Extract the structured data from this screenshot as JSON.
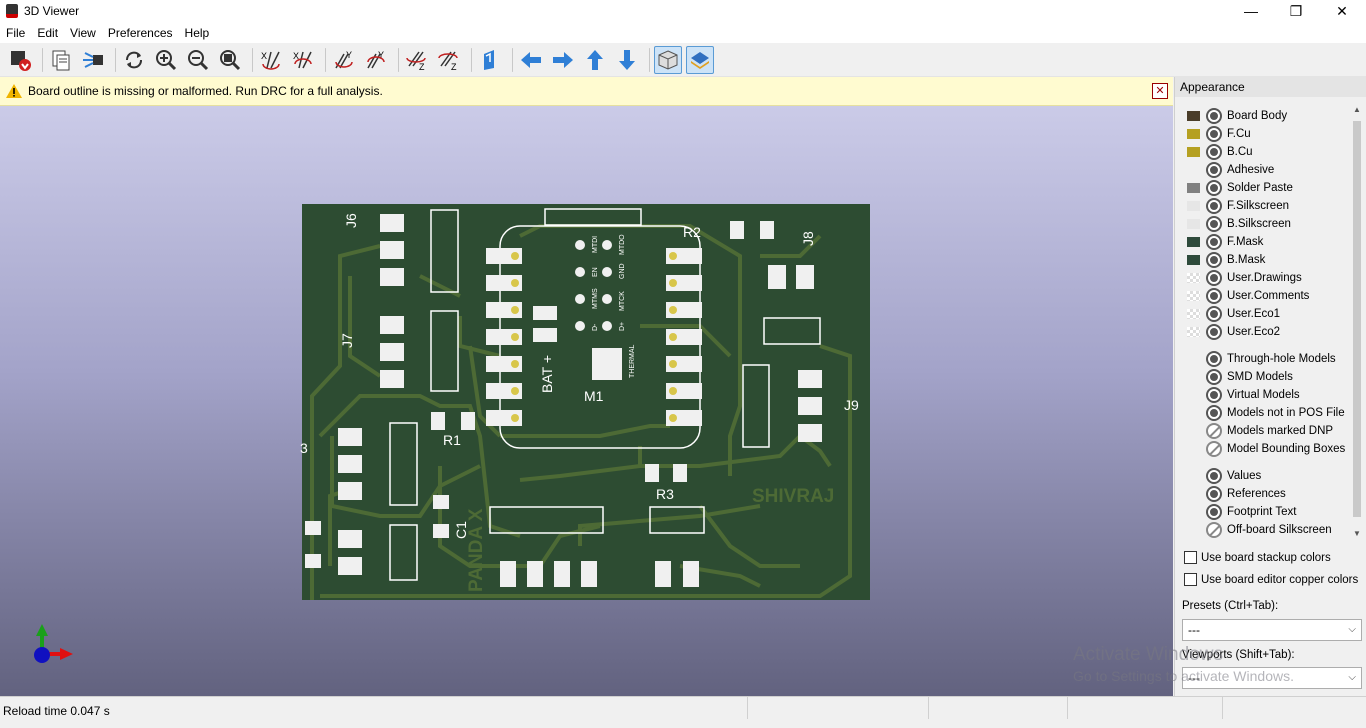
{
  "window": {
    "title": "3D Viewer",
    "minimize": "—",
    "maximize": "❐",
    "close": "✕"
  },
  "menu": [
    "File",
    "Edit",
    "View",
    "Preferences",
    "Help"
  ],
  "warning": {
    "text": "Board outline is missing or malformed. Run DRC for a full analysis.",
    "close": "✕"
  },
  "status": {
    "text": "Reload time 0.047 s"
  },
  "appearance": {
    "header": "Appearance",
    "layers": [
      {
        "name": "Board Body",
        "color": "#4a3d2a"
      },
      {
        "name": "F.Cu",
        "color": "#b5a021"
      },
      {
        "name": "B.Cu",
        "color": "#b5a021"
      },
      {
        "name": "Adhesive",
        "color": ""
      },
      {
        "name": "Solder Paste",
        "color": "#808080"
      },
      {
        "name": "F.Silkscreen",
        "color": "#e6e6e6"
      },
      {
        "name": "B.Silkscreen",
        "color": "#e6e6e6"
      },
      {
        "name": "F.Mask",
        "color": "#2e4a3b"
      },
      {
        "name": "B.Mask",
        "color": "#2e4a3b"
      },
      {
        "name": "User.Drawings",
        "color": "checker"
      },
      {
        "name": "User.Comments",
        "color": "checker"
      },
      {
        "name": "User.Eco1",
        "color": "checker"
      },
      {
        "name": "User.Eco2",
        "color": "checker"
      }
    ],
    "models": [
      {
        "name": "Through-hole Models",
        "visible": true
      },
      {
        "name": "SMD Models",
        "visible": true
      },
      {
        "name": "Virtual Models",
        "visible": true
      },
      {
        "name": "Models not in POS File",
        "visible": true
      },
      {
        "name": "Models marked DNP",
        "visible": false
      },
      {
        "name": "Model Bounding Boxes",
        "visible": false
      }
    ],
    "texts": [
      {
        "name": "Values",
        "visible": true
      },
      {
        "name": "References",
        "visible": true
      },
      {
        "name": "Footprint Text",
        "visible": true
      },
      {
        "name": "Off-board Silkscreen",
        "visible": false
      }
    ],
    "use_stackup": "Use board stackup colors",
    "use_editor": "Use board editor copper colors",
    "presets_label": "Presets (Ctrl+Tab):",
    "presets_value": "---",
    "viewports_label": "Viewports (Shift+Tab):",
    "viewports_value": "---"
  },
  "watermark": {
    "line1": "Activate Windows",
    "line2": "Go to Settings to activate Windows."
  },
  "pcb": {
    "refs": {
      "j6": "J6",
      "j7": "J7",
      "j8": "J8",
      "j9": "J9",
      "j3": "3",
      "r1": "R1",
      "r2": "R2",
      "r3": "R3",
      "c1": "C1",
      "m1": "M1",
      "bat": "BAT +"
    },
    "pins_left": [
      "MTDI",
      "EN",
      "MTMS",
      "D-"
    ],
    "pins_right": [
      "MTDO",
      "GND",
      "MTCK",
      "D+"
    ],
    "thermal": "THERMAL",
    "brand": "SHIVRAJ",
    "panda": "PANDA X"
  },
  "colors": {
    "board": "#2d4c32",
    "trace": "#4d6a35",
    "silk": "#ffffff",
    "pad": "#f0f0f0",
    "gold": "#d8c64a"
  }
}
